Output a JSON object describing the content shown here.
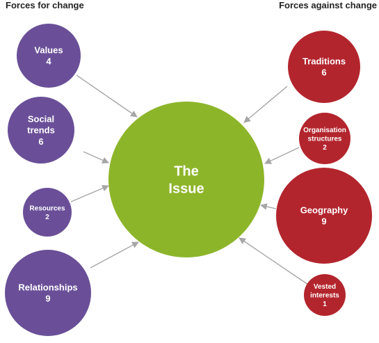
{
  "headings": {
    "left": "Forces for change",
    "right": "Forces against change"
  },
  "center": {
    "label_lines": [
      "The",
      "Issue"
    ],
    "color": "#8db52a"
  },
  "colors": {
    "for": "#6a4f98",
    "against": "#b3252d",
    "arrow": "#a6a6a6"
  },
  "forces_for": [
    {
      "lines": [
        "Values"
      ],
      "value": "4"
    },
    {
      "lines": [
        "Social",
        "trends"
      ],
      "value": "6"
    },
    {
      "lines": [
        "Resources"
      ],
      "value": "2"
    },
    {
      "lines": [
        "Relationships"
      ],
      "value": "9"
    }
  ],
  "forces_against": [
    {
      "lines": [
        "Traditions"
      ],
      "value": "6"
    },
    {
      "lines": [
        "Organisation",
        "structures"
      ],
      "value": "2"
    },
    {
      "lines": [
        "Geography"
      ],
      "value": "9"
    },
    {
      "lines": [
        "Vested",
        "interests"
      ],
      "value": "1"
    }
  ]
}
